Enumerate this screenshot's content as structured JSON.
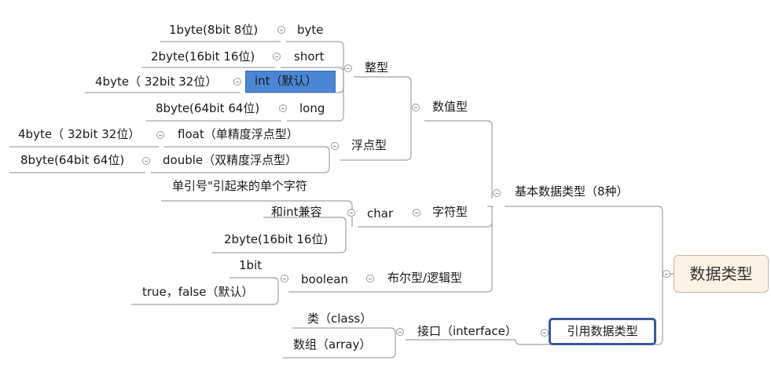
{
  "root": "数据类型",
  "basic": {
    "label": "基本数据类型（8种）",
    "numeric": {
      "label": "数值型",
      "integer": {
        "label": "整型",
        "byte": {
          "name": "byte",
          "note": "1byte(8bit 8位)"
        },
        "short": {
          "name": "short",
          "note": "2byte(16bit 16位)"
        },
        "int": {
          "name": "int（默认）",
          "note": "4byte（ 32bit 32位）"
        },
        "long": {
          "name": "long",
          "note": "8byte(64bit 64位)"
        }
      },
      "floating": {
        "label": "浮点型",
        "float": {
          "name": "float（单精度浮点型）",
          "note": "4byte（ 32bit 32位）"
        },
        "double": {
          "name": "double（双精度浮点型）",
          "note": "8byte(64bit 64位)"
        }
      }
    },
    "character": {
      "label": "字符型",
      "char": {
        "name": "char",
        "notes": [
          "单引号\"引起来的单个字符",
          "和int兼容",
          "2byte(16bit 16位)"
        ]
      }
    },
    "boolean": {
      "label": "布尔型/逻辑型",
      "bool": {
        "name": "boolean",
        "notes": [
          "1bit",
          "true，false（默认）"
        ]
      }
    }
  },
  "reference": {
    "label": "引用数据类型",
    "interface": {
      "name": "接口（interface）",
      "notes": [
        "类（class）",
        "数组（array）"
      ]
    }
  },
  "colors": {
    "selected_fill": "#4a86d4",
    "root_fill": "#fdf2e6",
    "reference_border": "#3b57a0",
    "line": "#999999"
  }
}
